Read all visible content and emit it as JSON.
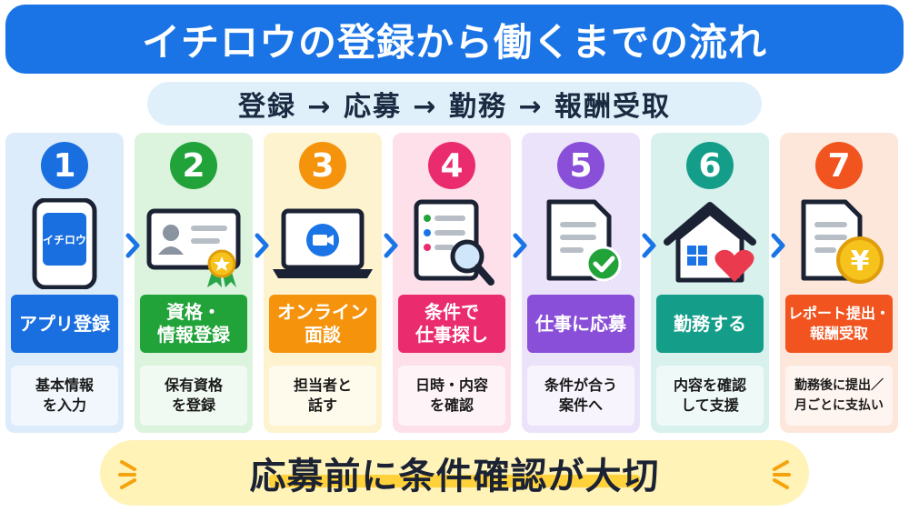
{
  "title": "イチロウの登録から働くまでの流れ",
  "flow": "登録 → 応募 → 勤務 → 報酬受取",
  "steps": [
    {
      "num": "1",
      "label": "アプリ登録",
      "desc": "基本情報\nを入力",
      "icon": "smartphone-icon",
      "app_text": "イチロウ",
      "colors": {
        "bg": "#dcecfb",
        "accent": "#1a6fe0"
      }
    },
    {
      "num": "2",
      "label": "資格・\n情報登録",
      "desc": "保有資格\nを登録",
      "icon": "id-card-award-icon",
      "colors": {
        "bg": "#dcf3de",
        "accent": "#22a33a"
      }
    },
    {
      "num": "3",
      "label": "オンライン\n面談",
      "desc": "担当者と\n話す",
      "icon": "laptop-video-icon",
      "colors": {
        "bg": "#fdf3cf",
        "accent": "#f5930d"
      }
    },
    {
      "num": "4",
      "label": "条件で\n仕事探し",
      "desc": "日時・内容\nを確認",
      "icon": "list-search-icon",
      "colors": {
        "bg": "#fde0ea",
        "accent": "#ea2c6e"
      }
    },
    {
      "num": "5",
      "label": "仕事に応募",
      "desc": "条件が合う\n案件へ",
      "icon": "document-check-icon",
      "colors": {
        "bg": "#ebe3fa",
        "accent": "#8a4fd8"
      }
    },
    {
      "num": "6",
      "label": "勤務する",
      "desc": "内容を確認\nして支援",
      "icon": "house-heart-icon",
      "colors": {
        "bg": "#d8f1ed",
        "accent": "#149e8a"
      }
    },
    {
      "num": "7",
      "label": "レポート提出・\n報酬受取",
      "desc": "勤務後に提出／\n月ごとに支払い",
      "icon": "report-yen-icon",
      "colors": {
        "bg": "#fde6da",
        "accent": "#f1541f"
      }
    }
  ],
  "banner": "応募前に条件確認が大切",
  "colors": {
    "title_bg": "#1a74e6",
    "chevron": "#1a74e6",
    "banner_bg": "#fff3b8",
    "highlight": "#ffd23c"
  }
}
